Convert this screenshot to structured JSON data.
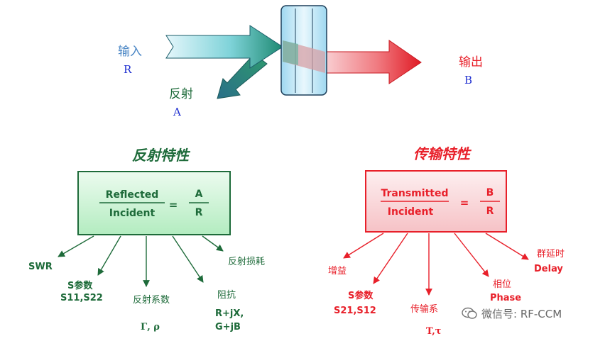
{
  "top": {
    "input_label": "输入",
    "input_symbol": "R",
    "reflect_label": "反射",
    "reflect_symbol": "A",
    "output_label": "输出",
    "output_symbol": "B"
  },
  "reflection": {
    "title": "反射特性",
    "numerator": "Reflected",
    "denominator": "Incident",
    "equals": "=",
    "ratio_num": "A",
    "ratio_den": "R",
    "swr": "SWR",
    "s_params": "S参数",
    "s_values": "S11,S22",
    "coeff": "反射系数",
    "coeff_symbols": "Γ, ρ",
    "impedance": "阻抗",
    "impedance_v1": "R+jX,",
    "impedance_v2": "G+jB",
    "return_loss": "反射损耗"
  },
  "transmission": {
    "title": "传输特性",
    "numerator": "Transmitted",
    "denominator": "Incident",
    "equals": "=",
    "ratio_num": "B",
    "ratio_den": "R",
    "gain": "增益",
    "s_params": "S参数",
    "s_values": "S21,S12",
    "coeff": "传输系",
    "coeff_symbols": "T,τ",
    "phase_cn": "相位",
    "phase_en": "Phase",
    "delay_cn": "群延时",
    "delay_en": "Delay"
  },
  "watermark": "微信号: RF-CCM",
  "colors": {
    "reflect_green": "#1e6b3a",
    "transmit_red": "#e8202a",
    "symbol_blue": "#1f2fd0",
    "input_blue": "#4a86c5"
  }
}
